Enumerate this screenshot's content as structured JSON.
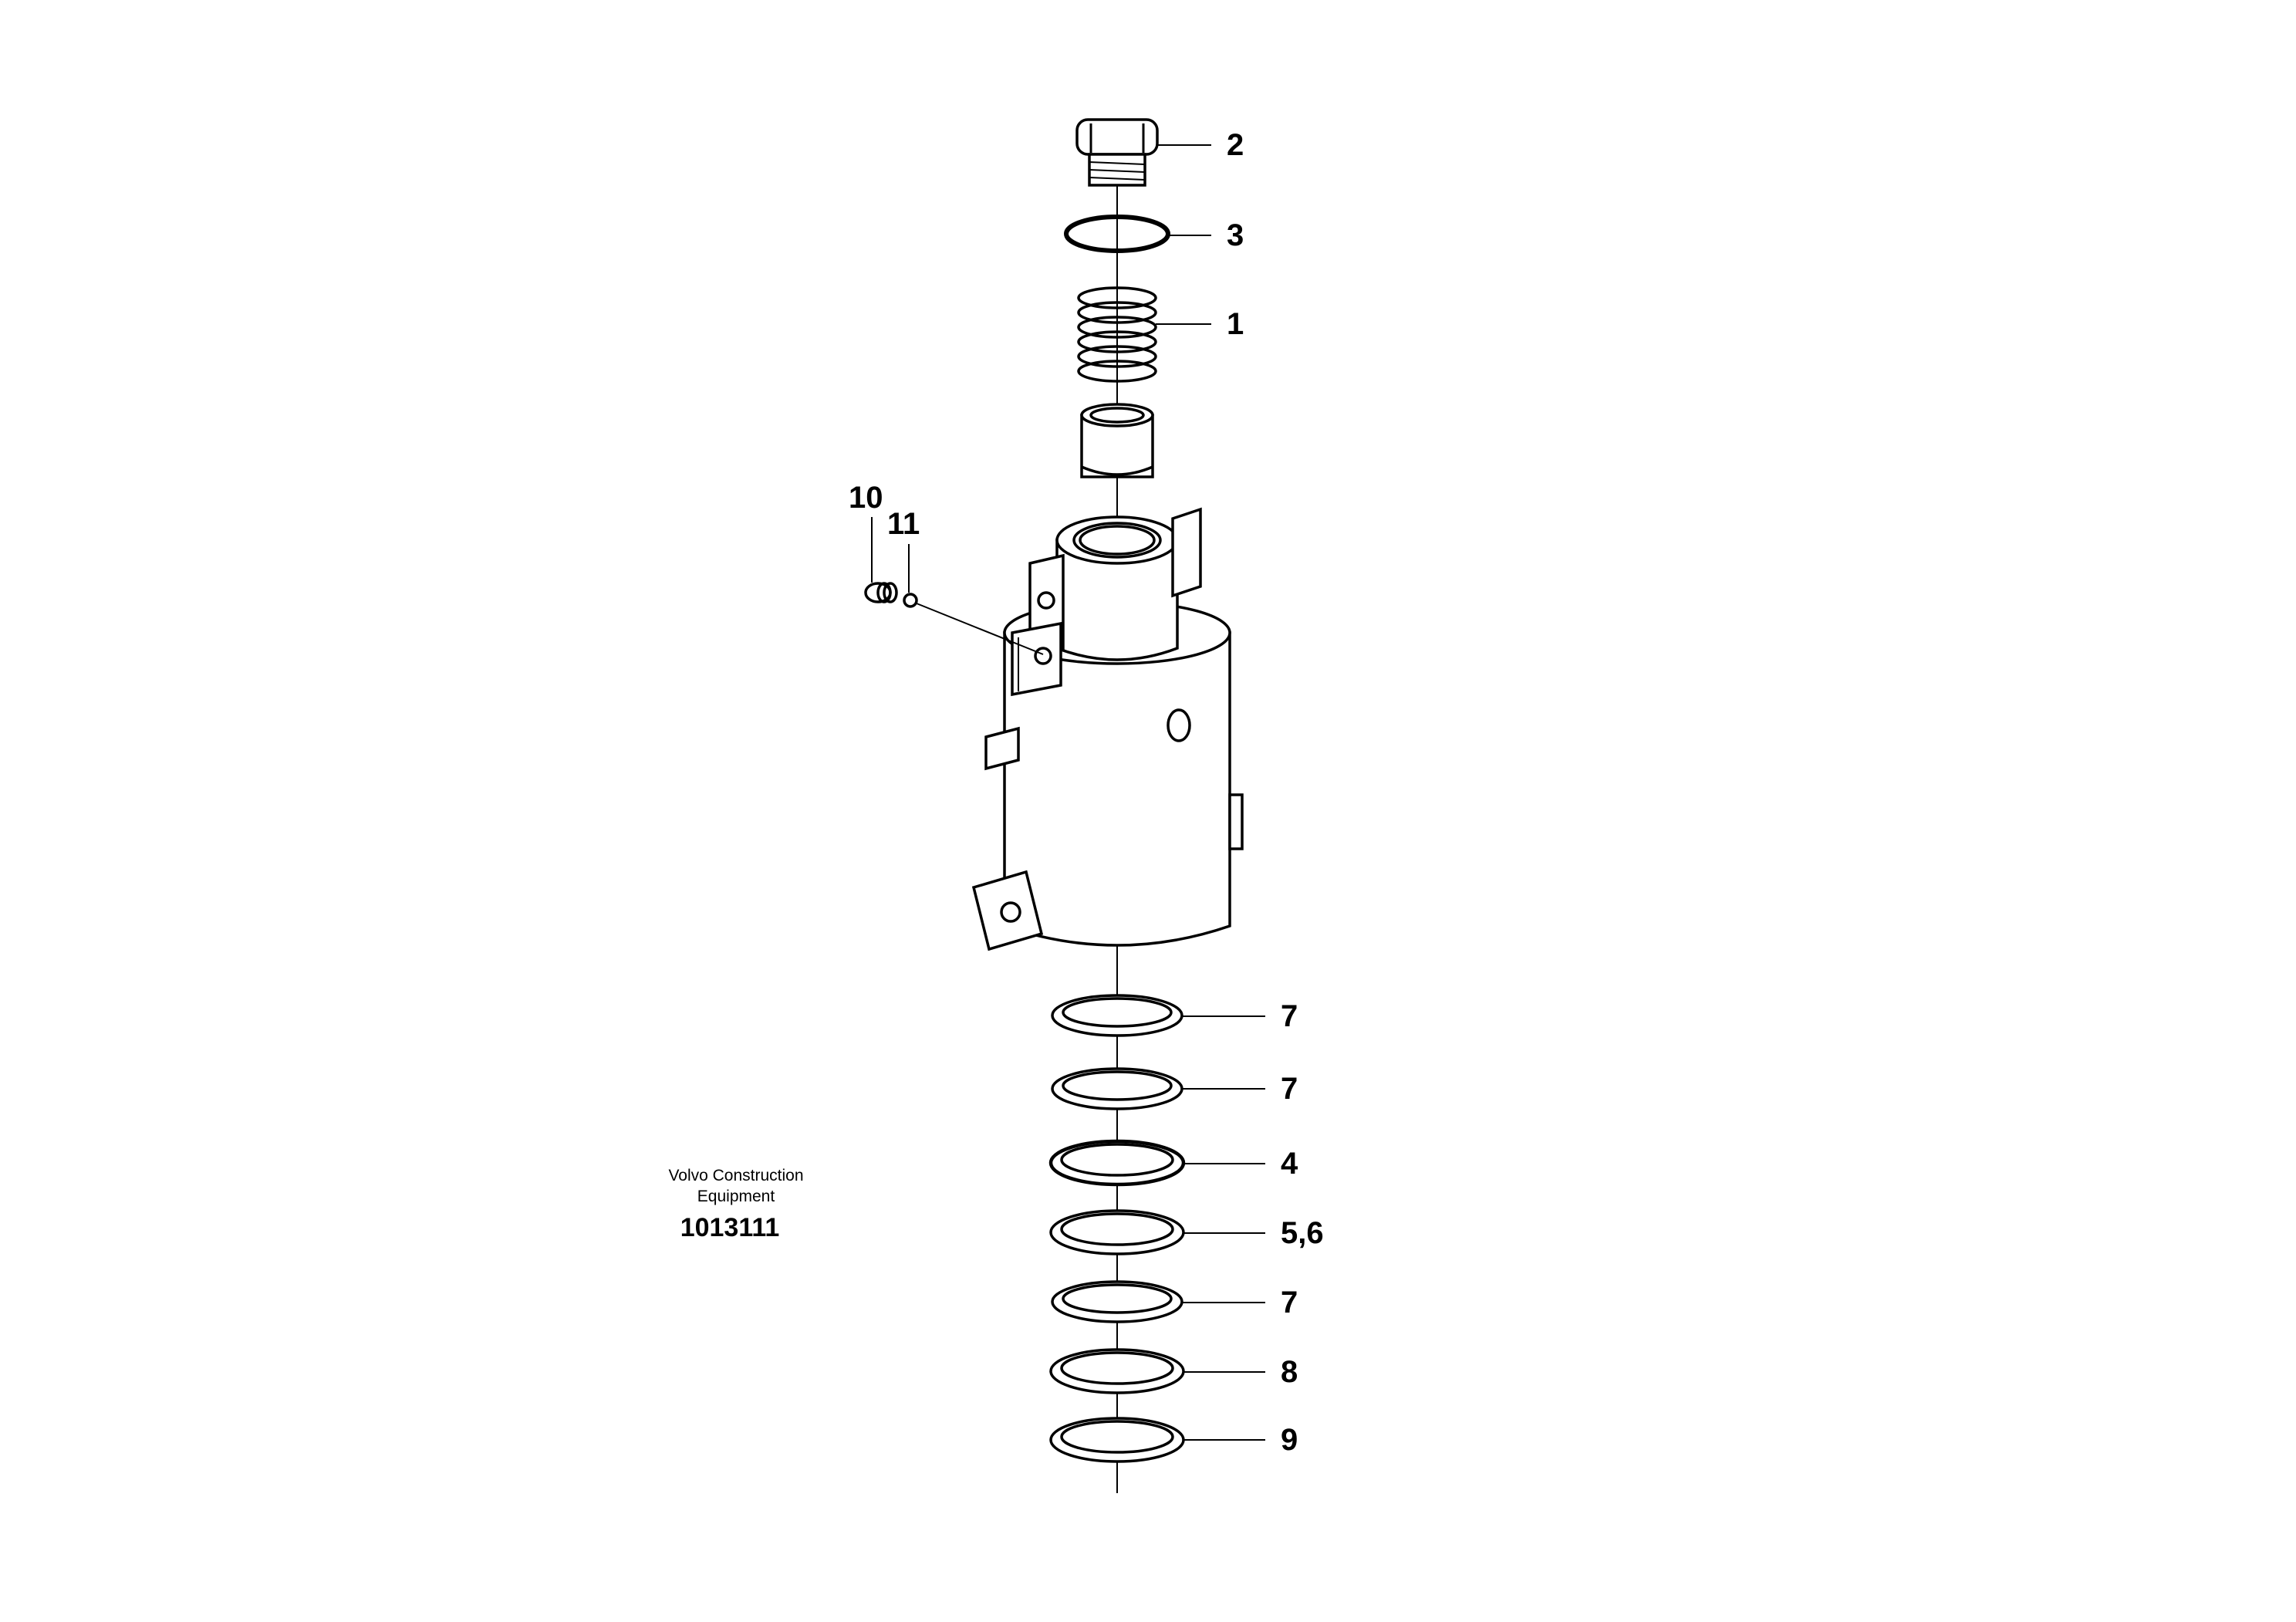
{
  "callouts": {
    "c2": "2",
    "c3": "3",
    "c1": "1",
    "c10": "10",
    "c11": "11",
    "c7a": "7",
    "c7b": "7",
    "c4": "4",
    "c56": "5,6",
    "c7c": "7",
    "c8": "8",
    "c9": "9"
  },
  "credit": {
    "line1": "Volvo Construction",
    "line2": "Equipment",
    "reference": "1013111"
  }
}
